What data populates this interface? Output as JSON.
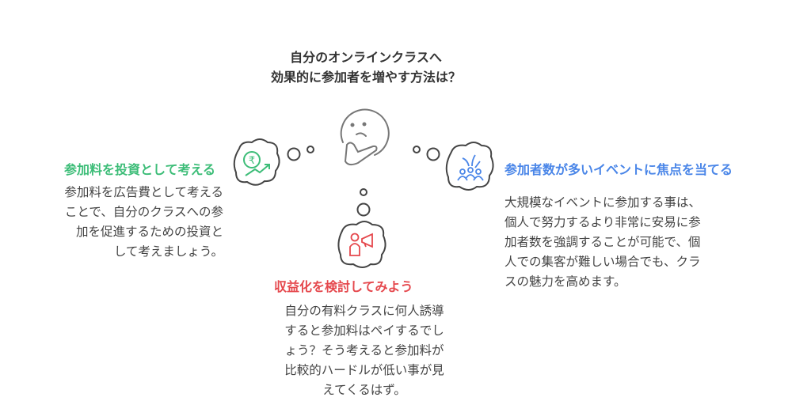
{
  "title": {
    "line1": "自分のオンラインクラスへ",
    "line2": "効果的に参加者を増やす方法は？"
  },
  "left": {
    "heading": "参加料を投資として考える",
    "body": [
      "参加料を広告費として考える",
      "ことで、自分のクラスへの参",
      "加を促進するための投資と",
      "して考えましょう。"
    ],
    "color": "#3dbd78"
  },
  "right": {
    "heading": "参加者数が多いイベントに焦点を当てる",
    "body": [
      "大規模なイベントに参加する事は、",
      "個人で努力するより非常に安易に参",
      "加者数を強調することが可能で、個",
      "人での集客が難しい場合でも、クラ",
      "スの魅力を高めます。"
    ],
    "color": "#4a86e8"
  },
  "bottom": {
    "heading": "収益化を検討してみよう",
    "body": [
      "自分の有料クラスに何人誘導",
      "すると参加料はペイするでし",
      "ょう？そう考えると参加料が",
      "比較的ハードルが低い事が見",
      "えてくるはず。"
    ],
    "color": "#e5484d"
  }
}
